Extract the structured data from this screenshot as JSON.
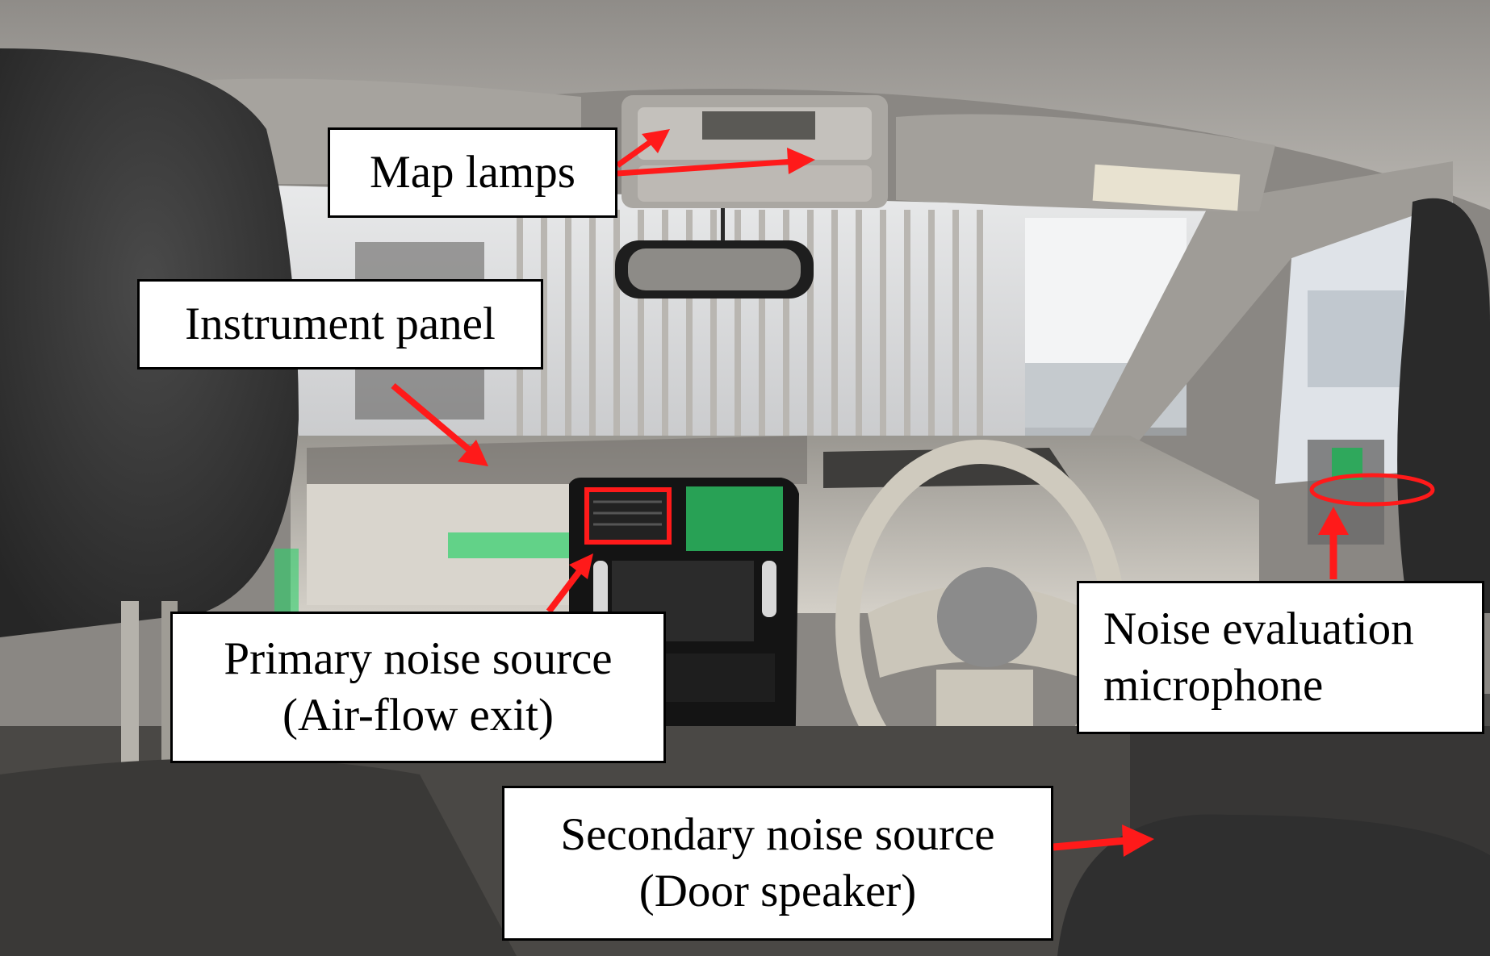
{
  "labels": {
    "map_lamps": [
      "Map lamps"
    ],
    "instrument_panel": [
      "Instrument panel"
    ],
    "primary_source": [
      "Primary noise source",
      "(Air-flow exit)"
    ],
    "evaluation_mic": [
      "Noise evaluation",
      "microphone"
    ],
    "secondary_source": [
      "Secondary noise source",
      "(Door speaker)"
    ]
  },
  "colors": {
    "annotation": "#ff1a1a",
    "label_border": "#000000",
    "label_fill": "#ffffff"
  }
}
